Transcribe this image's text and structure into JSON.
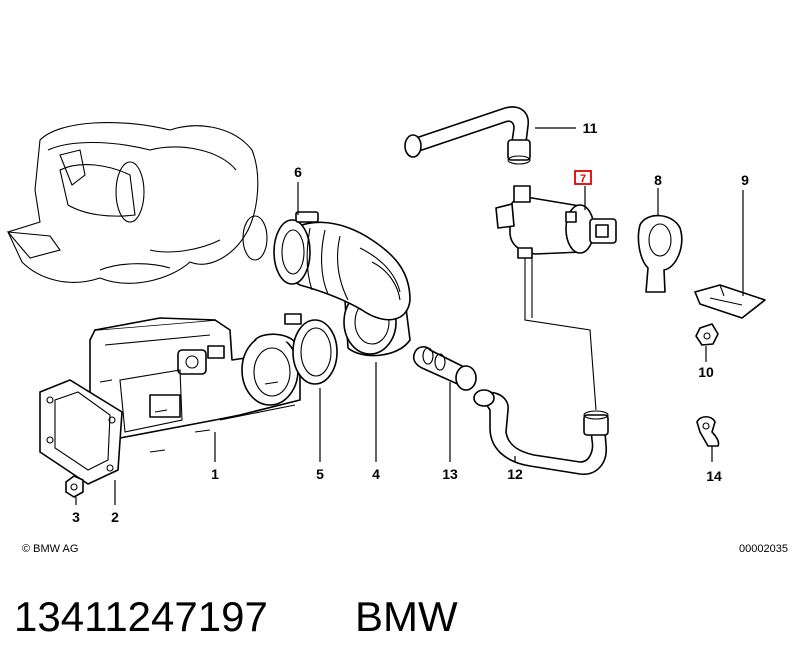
{
  "callouts": [
    {
      "id": "c1",
      "label": "1"
    },
    {
      "id": "c2",
      "label": "2"
    },
    {
      "id": "c3",
      "label": "3"
    },
    {
      "id": "c4",
      "label": "4"
    },
    {
      "id": "c5",
      "label": "5"
    },
    {
      "id": "c6",
      "label": "6"
    },
    {
      "id": "c7",
      "label": "7"
    },
    {
      "id": "c8",
      "label": "8"
    },
    {
      "id": "c9",
      "label": "9"
    },
    {
      "id": "c10",
      "label": "10"
    },
    {
      "id": "c11",
      "label": "11"
    },
    {
      "id": "c12",
      "label": "12"
    },
    {
      "id": "c13",
      "label": "13"
    },
    {
      "id": "c14",
      "label": "14"
    }
  ],
  "highlight_color": "#e00000",
  "copyright": "© BMW AG",
  "diagram_code": "00002035",
  "part_number": "13411247197",
  "brand": "BMW"
}
